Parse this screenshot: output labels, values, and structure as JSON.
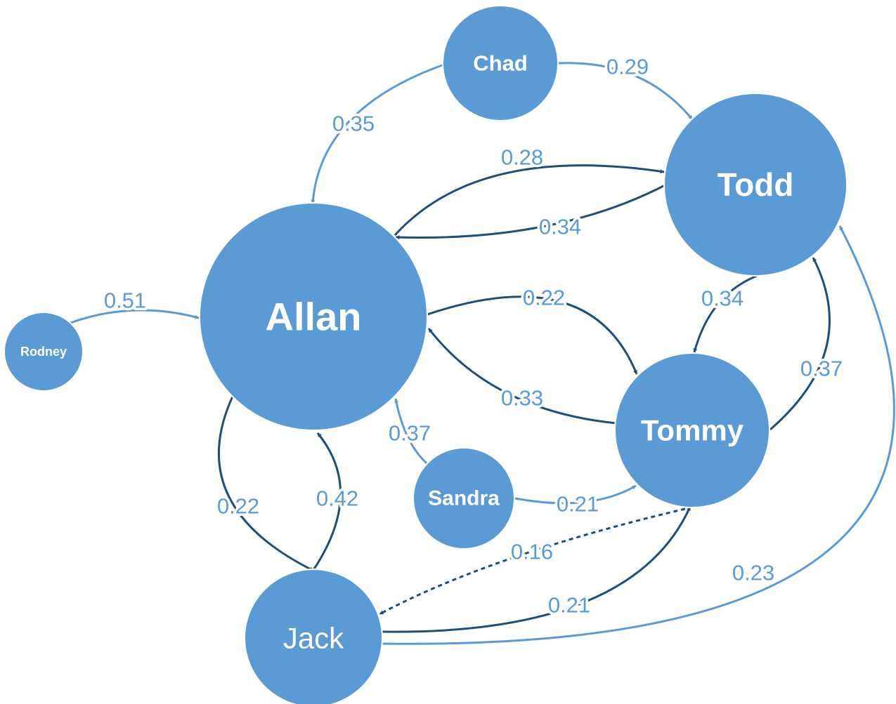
{
  "colors": {
    "node": "#5b9bd5",
    "edge_dark": "#1f4e79",
    "edge_light": "#5b9bd5",
    "label": "#5b9bd5"
  },
  "nodes": [
    {
      "id": "chad",
      "label": "Chad"
    },
    {
      "id": "todd",
      "label": "Todd"
    },
    {
      "id": "allan",
      "label": "Allan"
    },
    {
      "id": "rodney",
      "label": "Rodney"
    },
    {
      "id": "tommy",
      "label": "Tommy"
    },
    {
      "id": "sandra",
      "label": "Sandra"
    },
    {
      "id": "jack",
      "label": "Jack"
    }
  ],
  "edges": [
    {
      "source": "Chad",
      "target": "Todd",
      "weight": "0.29",
      "style": "light"
    },
    {
      "source": "Chad",
      "target": "Allan",
      "weight": "0.35",
      "style": "light"
    },
    {
      "source": "Allan",
      "target": "Todd",
      "weight": "0.28",
      "style": "dark"
    },
    {
      "source": "Todd",
      "target": "Allan",
      "weight": "0.34",
      "style": "dark"
    },
    {
      "source": "Rodney",
      "target": "Allan",
      "weight": "0.51",
      "style": "light"
    },
    {
      "source": "Allan",
      "target": "Tommy",
      "weight": "0.22",
      "style": "dark"
    },
    {
      "source": "Tommy",
      "target": "Allan",
      "weight": "0.33",
      "style": "dark"
    },
    {
      "source": "Todd",
      "target": "Tommy",
      "weight": "0.34",
      "style": "dark"
    },
    {
      "source": "Tommy",
      "target": "Todd",
      "weight": "0.37",
      "style": "dark"
    },
    {
      "source": "Sandra",
      "target": "Allan",
      "weight": "0.37",
      "style": "light"
    },
    {
      "source": "Sandra",
      "target": "Tommy",
      "weight": "0.21",
      "style": "light"
    },
    {
      "source": "Allan",
      "target": "Jack",
      "weight": "0.22",
      "style": "dark"
    },
    {
      "source": "Jack",
      "target": "Allan",
      "weight": "0.42",
      "style": "dark"
    },
    {
      "source": "Tommy",
      "target": "Jack",
      "weight": "0.16",
      "style": "dark-dashed"
    },
    {
      "source": "Jack",
      "target": "Tommy",
      "weight": "0.21",
      "style": "dark"
    },
    {
      "source": "Jack",
      "target": "Todd",
      "weight": "0.23",
      "style": "light"
    }
  ]
}
